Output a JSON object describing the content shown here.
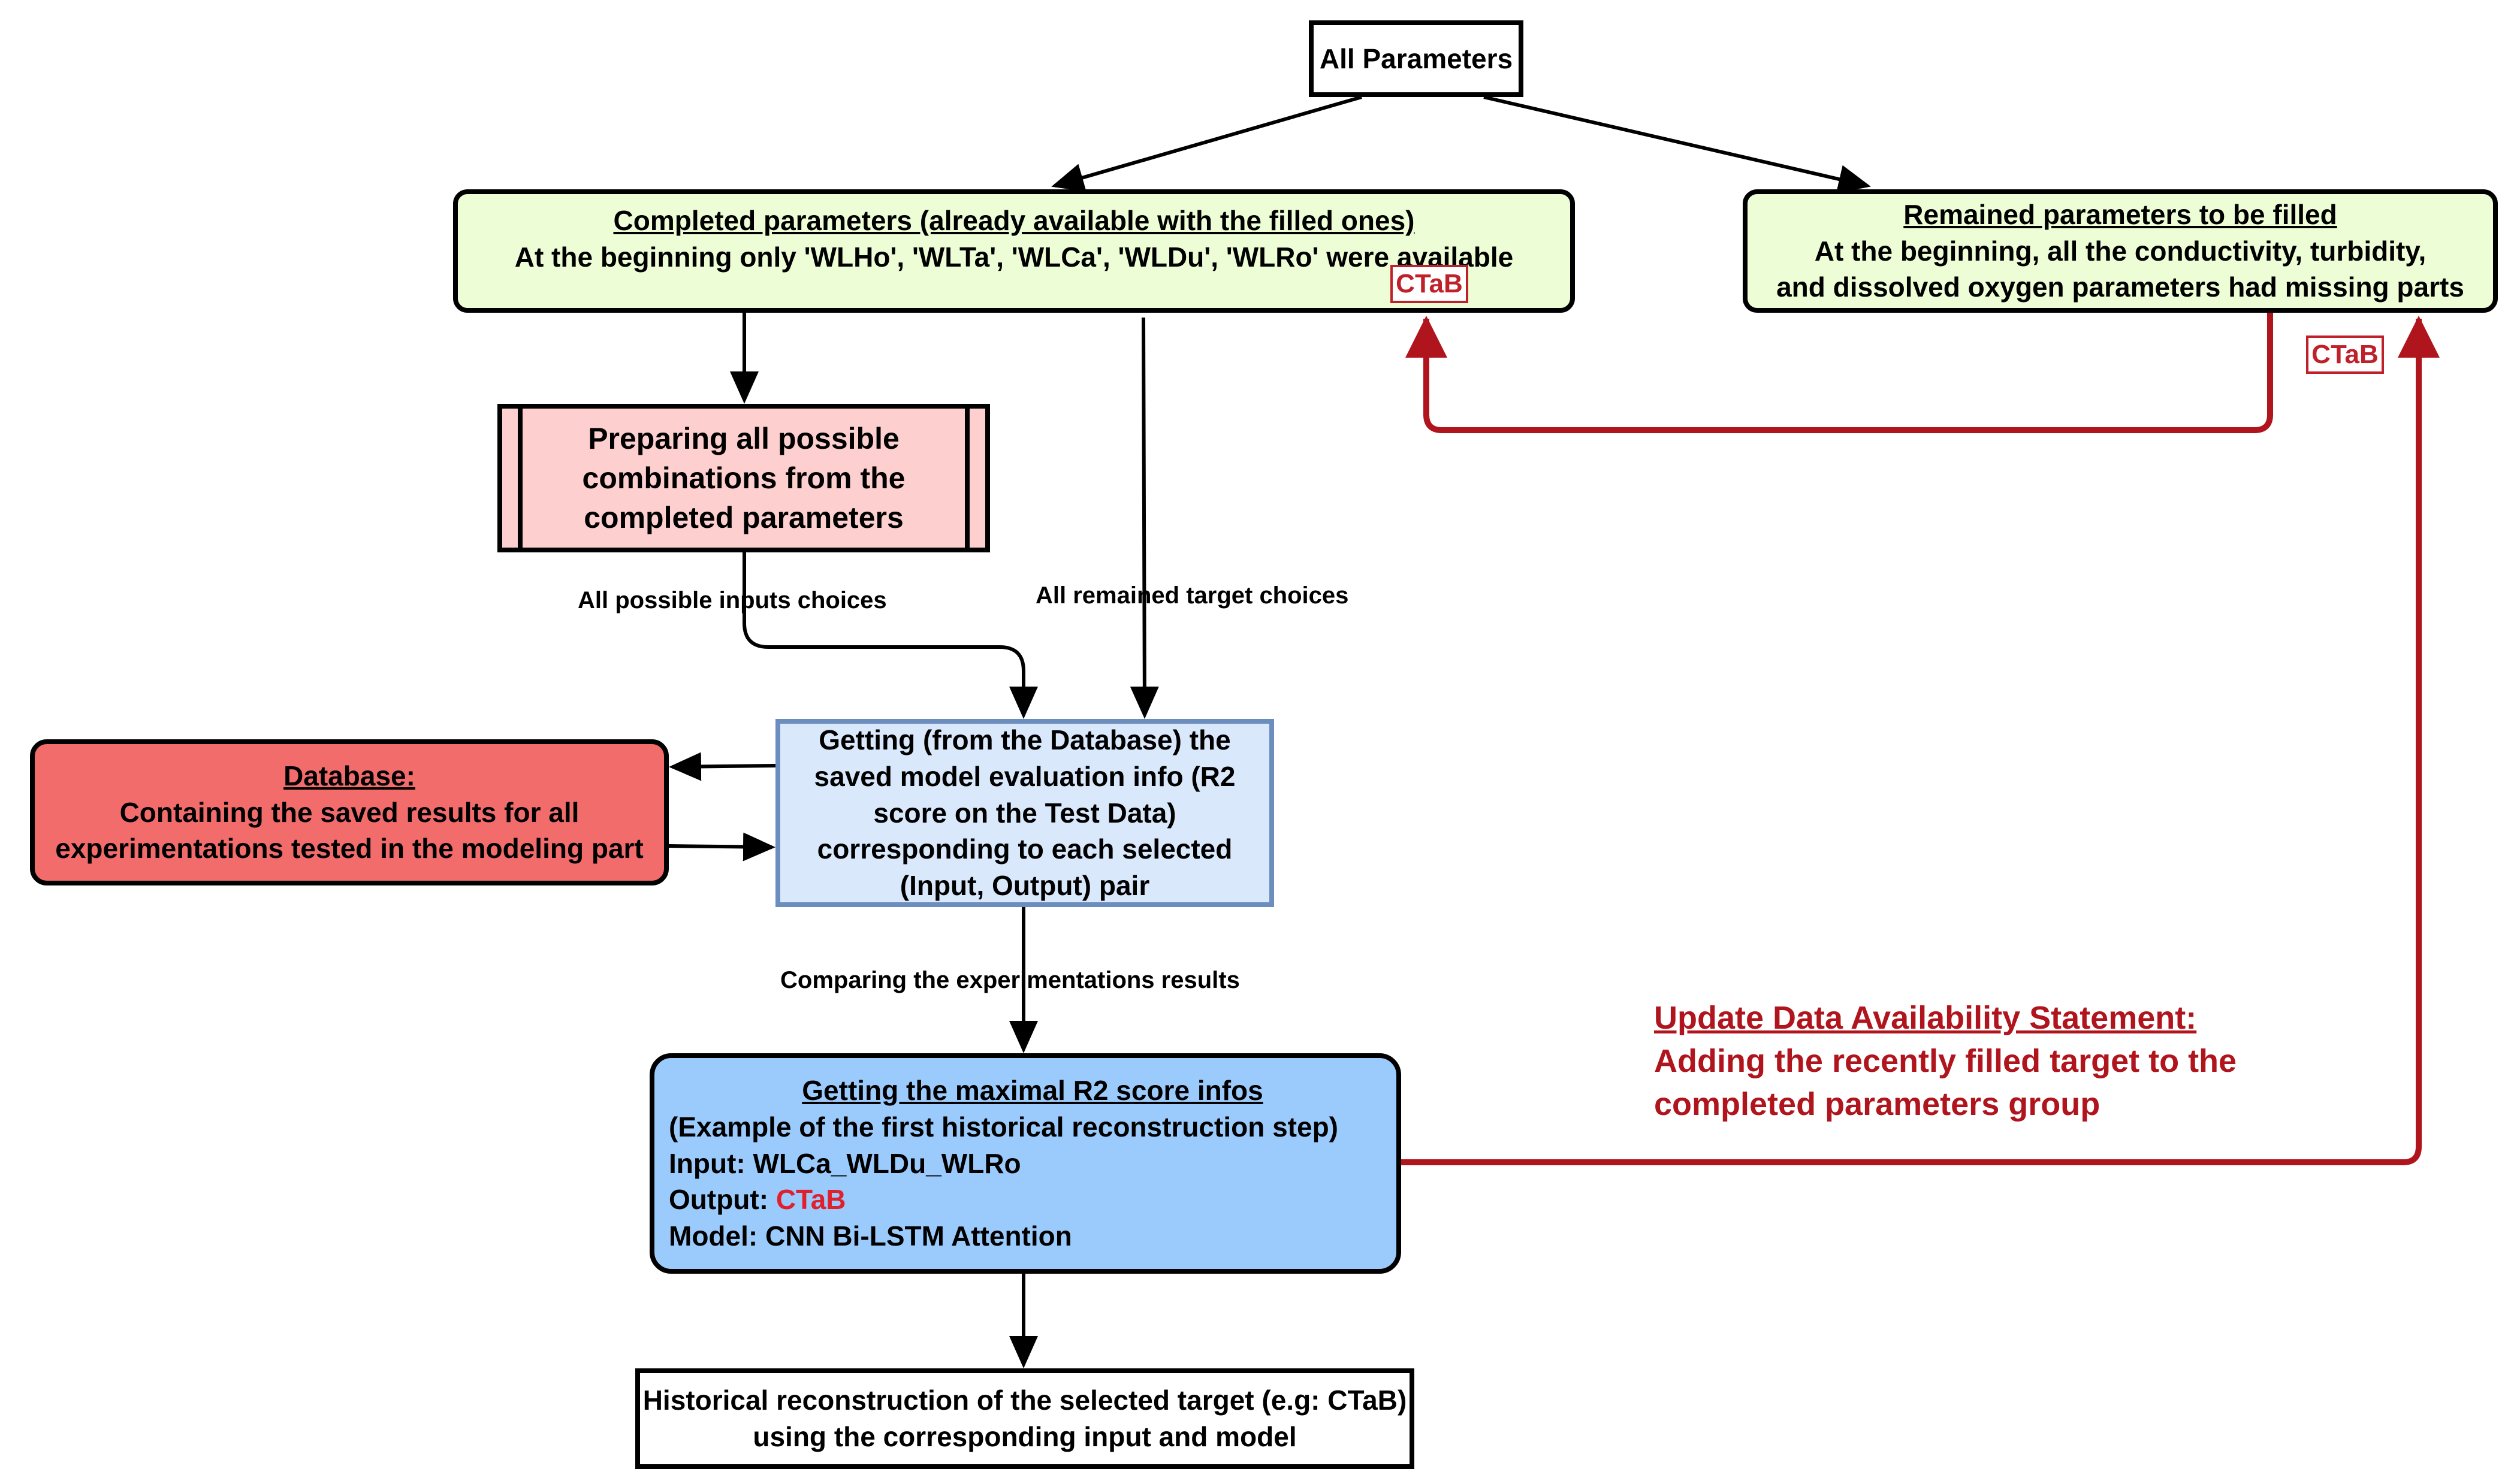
{
  "nodes": {
    "all_parameters": "All Parameters",
    "completed": {
      "title": "Completed parameters (already available with the filled ones)",
      "text": "At the beginning only  'WLHo', 'WLTa', 'WLCa', 'WLDu', 'WLRo' were available"
    },
    "remained": {
      "title": "Remained parameters to be filled",
      "line1": "At the beginning, all the conductivity, turbidity,",
      "line2": "and dissolved oxygen parameters had missing parts"
    },
    "preparing": "Preparing all possible combinations from the completed parameters",
    "database": {
      "title": "Database:",
      "text": "Containing the saved results for all experimentations tested in the modeling part"
    },
    "getting": "Getting (from the Database) the saved model evaluation info (R2 score on the Test Data) corresponding to each selected (Input, Output) pair",
    "maximal": {
      "title": "Getting the maximal R2 score infos",
      "example": "(Example of the first historical reconstruction step)",
      "input": "Input: WLCa_WLDu_WLRo",
      "output_label": "Output: ",
      "output_value": "CTaB",
      "model": "Model: CNN Bi-LSTM Attention"
    },
    "historical": "Historical reconstruction of the selected target (e.g: CTaB) using the corresponding input and model"
  },
  "tags": {
    "completed_tag": "CTaB",
    "remained_tag": "CTaB"
  },
  "edge_labels": {
    "inputs": "All possible inputs choices",
    "targets": "All remained target choices",
    "comparing": "Comparing the experimentations results"
  },
  "update_note": {
    "title": "Update Data Availability Statement:",
    "line1": "Adding the recently filled target to the",
    "line2": "completed parameters group"
  },
  "colors": {
    "completed_fill": "#edfdd6",
    "preparing_fill": "#fdcfcf",
    "database_fill": "#f26c6c",
    "getting_fill": "#d9e8fb",
    "getting_border": "#6c8ebf",
    "maximal_fill": "#9bcbfd",
    "feedback_arrow": "#b0141c",
    "highlight_text": "#e0202c"
  }
}
